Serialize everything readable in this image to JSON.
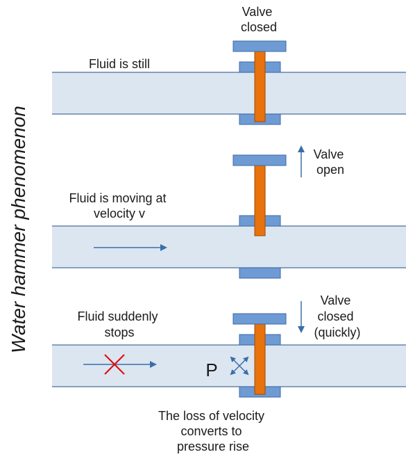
{
  "side_title": "Water hammer phenomenon",
  "panel1": {
    "valve_label": [
      "Valve",
      "closed"
    ],
    "fluid_label": [
      "Fluid is still"
    ]
  },
  "panel2": {
    "valve_label": [
      "Valve",
      "open"
    ],
    "fluid_label": [
      "Fluid is moving at",
      "velocity v"
    ]
  },
  "panel3": {
    "valve_label": [
      "Valve",
      "closed",
      "(quickly)"
    ],
    "fluid_label": [
      "Fluid suddenly",
      "stops"
    ],
    "pressure_symbol": "P",
    "caption": [
      "The loss of velocity",
      "converts to",
      "pressure rise"
    ]
  },
  "colors": {
    "pipe_fill": "#dce6f1",
    "pipe_line": "#4a6f9c",
    "valve_plate": "#6f9bd4",
    "valve_plate_stroke": "#3e6aa5",
    "valve_stem": "#e8720c",
    "arrow": "#3a6ea8",
    "cross": "#e01010"
  }
}
